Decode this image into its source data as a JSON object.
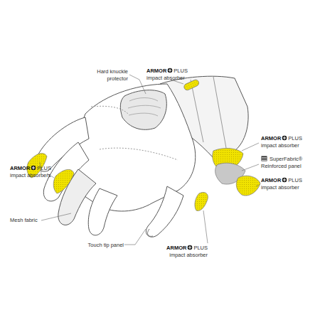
{
  "diagram": {
    "labels": [
      "Hard knuckle protector",
      "ARMOR",
      "PLUS",
      "impact absorber",
      "ARMOR",
      "PLUS",
      "impact absorber",
      "SuperFabric®",
      "Reinforced panel",
      "ARMOR",
      "PLUS",
      "impact absorber",
      "ARMOR",
      "PLUS",
      "impact absorbers",
      "Mesh fabric",
      "Touch tip panel",
      "ARMOR",
      "PLUS",
      "impact absorber"
    ]
  }
}
